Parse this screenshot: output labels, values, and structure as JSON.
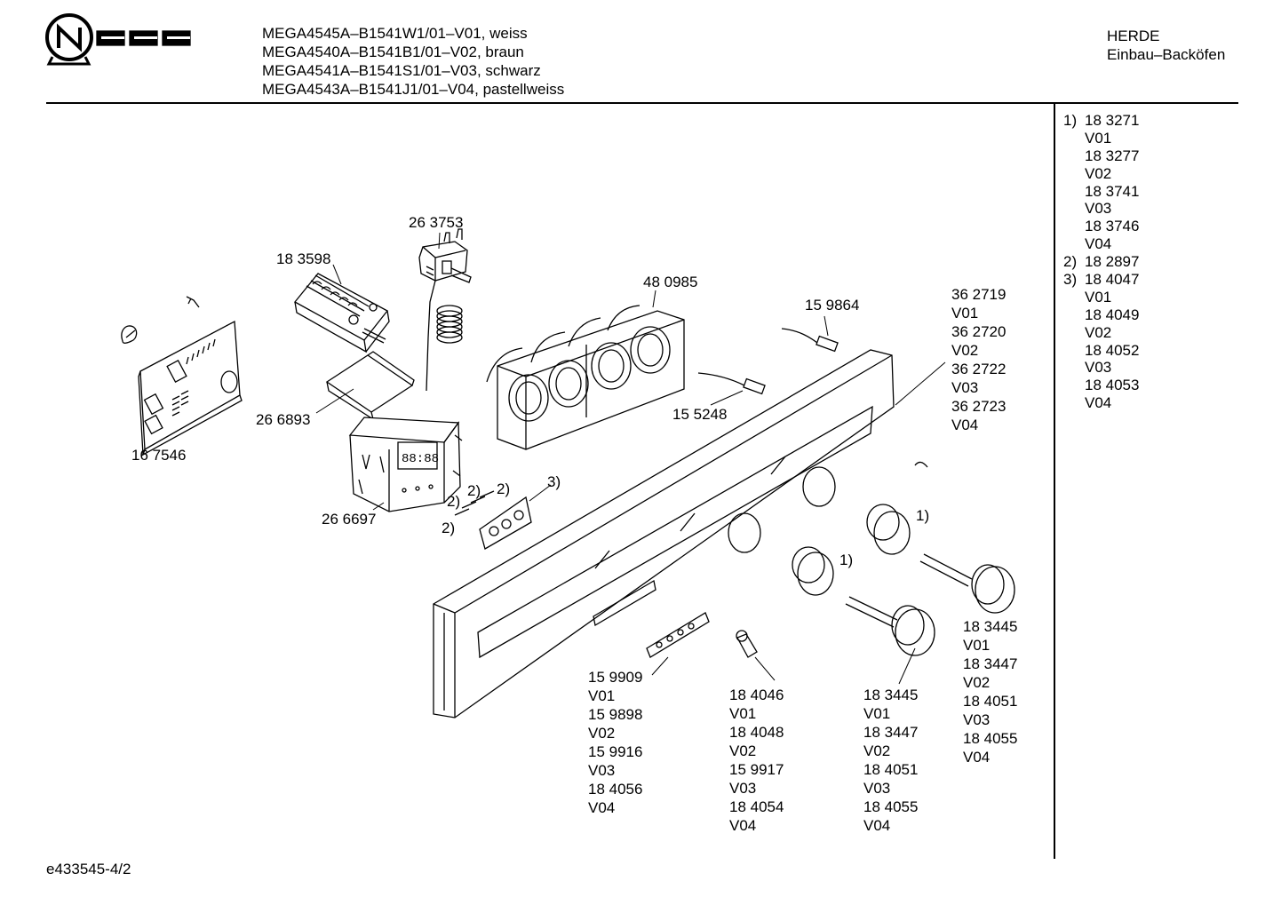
{
  "header": {
    "models": [
      "MEGA4545A–B1541W1/01–V01, weiss",
      "MEGA4540A–B1541B1/01–V02, braun",
      "MEGA4541A–B1541S1/01–V03, schwarz",
      "MEGA4543A–B1541J1/01–V04, pastellweiss"
    ],
    "category": "HERDE",
    "subcategory": "Einbau–Backöfen"
  },
  "footer": {
    "document_id": "e433545-4/2"
  },
  "sidebar": {
    "groups": [
      {
        "marker": "1)",
        "items": [
          "18 3271",
          "V01",
          "18 3277",
          "V02",
          "18 3741",
          "V03",
          "18 3746",
          "V04"
        ]
      },
      {
        "marker": "2)",
        "items": [
          "18 2897"
        ]
      },
      {
        "marker": "3)",
        "items": [
          "18 4047",
          "V01",
          "18 4049",
          "V02",
          "18 4052",
          "V03",
          "18 4053",
          "V04"
        ]
      }
    ]
  },
  "parts": {
    "p263753": "26 3753",
    "p183598": "18 3598",
    "p480985": "48 0985",
    "p159864": "15 9864",
    "p155248": "15 5248",
    "p266893": "26 6893",
    "p167546": "16 7546",
    "p266697": "26 6697",
    "marker1": "1)",
    "marker2": "2)",
    "marker3": "3)",
    "panel_list": [
      "36 2719",
      "V01",
      "36 2720",
      "V02",
      "36 2722",
      "V03",
      "36 2723",
      "V04"
    ],
    "knob_right_list": [
      "18 3445",
      "V01",
      "18 3447",
      "V02",
      "18 4051",
      "V03",
      "18 4055",
      "V04"
    ],
    "strip_list": [
      "15 9909",
      "V01",
      "15 9898",
      "V02",
      "15 9916",
      "V03",
      "18 4056",
      "V04"
    ],
    "lamp_list": [
      "18 4046",
      "V01",
      "18 4048",
      "V02",
      "15 9917",
      "V03",
      "18 4054",
      "V04"
    ],
    "knob_left_list": [
      "18 3445",
      "V01",
      "18 3447",
      "V02",
      "18 4051",
      "V03",
      "18 4055",
      "V04"
    ]
  }
}
